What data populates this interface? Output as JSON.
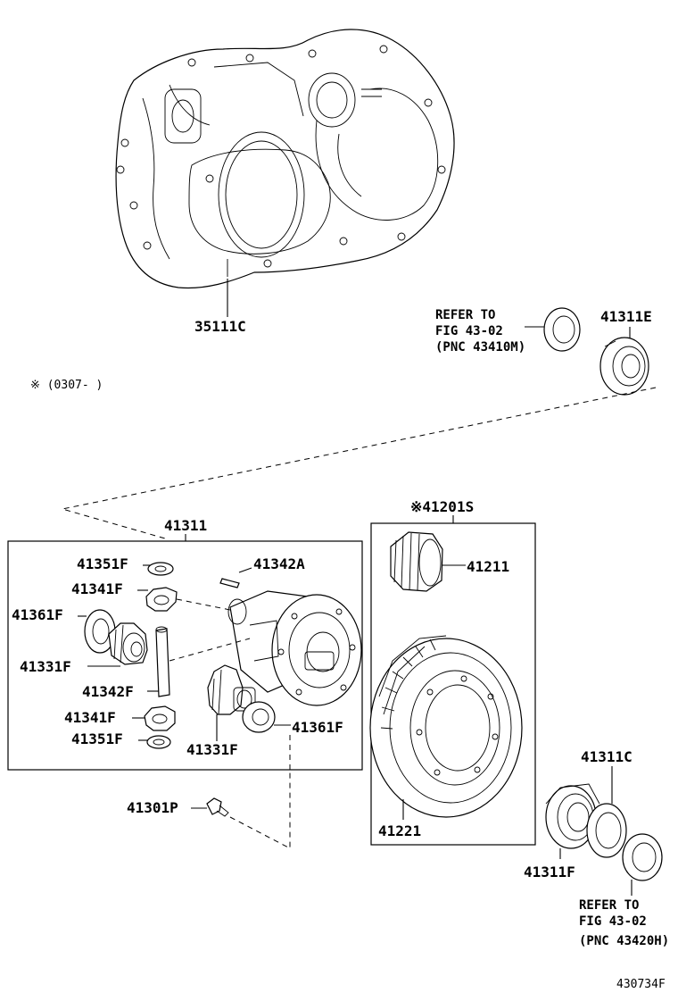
{
  "labels": {
    "case": "35111C",
    "bearing_right": "41311E",
    "note_mark": "※ (0307-    )",
    "case_assy": "41311",
    "final_gear_kit": "※41201S",
    "pinion_drive": "41211",
    "ring_gear": "41221",
    "washer_top": "41351F",
    "pin": "41342A",
    "side_gear_top": "41341F",
    "thrust_washer_left": "41361F",
    "pinion_gear_left": "41331F",
    "shaft": "41342F",
    "side_gear_bottom": "41341F",
    "washer_bottom": "41351F",
    "pinion_gear_right": "41331F",
    "thrust_washer_right": "41361F",
    "bolt": "41301P",
    "shim": "41311C",
    "bearing_left": "41311F",
    "figure_code": "430734F"
  },
  "refs": {
    "top": [
      "REFER TO",
      "FIG 43-02",
      "(PNC 43410M)"
    ],
    "bottom": [
      "REFER TO",
      "FIG 43-02",
      "(PNC 43420H)"
    ]
  }
}
